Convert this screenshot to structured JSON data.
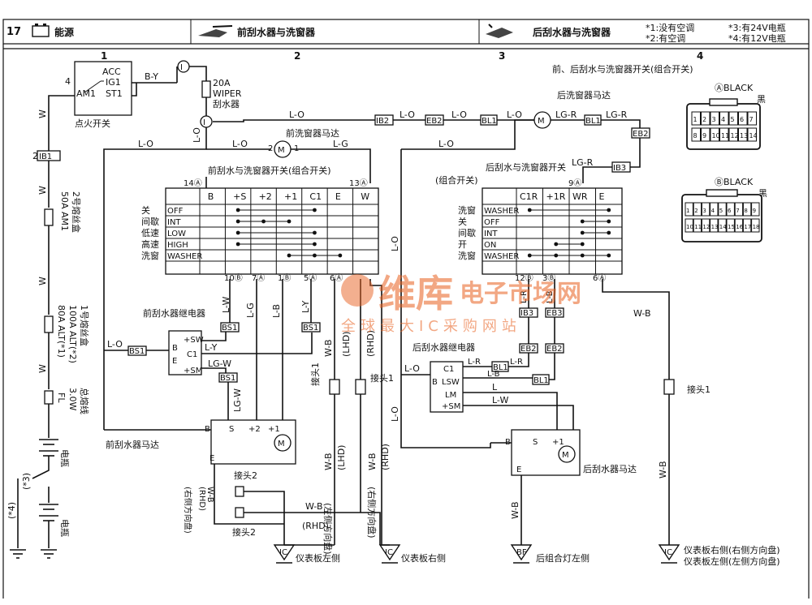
{
  "header": {
    "page_number": "17",
    "section_power": "能源",
    "section_front": "前刮水器与洗窗器",
    "section_rear": "后刮水器与洗窗器",
    "notes": [
      "*1:没有空调",
      "*2:有空调",
      "*3:有24V电瓶",
      "*4:有12V电瓶"
    ]
  },
  "columns": [
    "1",
    "2",
    "3",
    "4"
  ],
  "title_combo_switch": "前、后刮水与洗窗器开关(组合开关)",
  "connectors": {
    "a_label": "ⒶBLACK",
    "a_sub": "黑",
    "a_pins": [
      "1",
      "2",
      "3",
      "4",
      "5",
      "6",
      "7",
      "8",
      "9",
      "10",
      "11",
      "12",
      "13",
      "14"
    ],
    "b_label": "ⒷBLACK",
    "b_sub": "黑",
    "b_pins": [
      "1",
      "2",
      "3",
      "4",
      "5",
      "6",
      "7",
      "8",
      "9",
      "10",
      "11",
      "12",
      "13",
      "14",
      "15",
      "16",
      "17",
      "18"
    ]
  },
  "power": {
    "ign_switch": "点火开关",
    "ign_pins": [
      "ACC",
      "IG1",
      "ST1",
      "AM1"
    ],
    "ign_wire": "B-Y",
    "fuse_20a": [
      "20A",
      "WIPER",
      "刮水器"
    ],
    "fuse_am1": [
      "50A AM1",
      "2号熔丝盒"
    ],
    "fuse_alt": [
      "80A ALT(*1)",
      "100A ALT(*2)",
      "1号熔丝盒"
    ],
    "fusible": [
      "FL",
      "3.0W",
      "总熔线"
    ],
    "battery": "电瓶",
    "ib1": "IB1",
    "wire_w": "W",
    "pin4": "4",
    "pin2": "2",
    "star3": "(*3)",
    "star4": "(*4)"
  },
  "front": {
    "washer_motor": "前洗窗器马达",
    "switch_title": "前刮水与洗窗器开关(组合开关)",
    "cols": [
      "B",
      "+S",
      "+2",
      "+1",
      "C1",
      "E",
      "W"
    ],
    "rows": [
      {
        "cn": "关",
        "en": "OFF"
      },
      {
        "cn": "间歇",
        "en": "INT"
      },
      {
        "cn": "低速",
        "en": "LOW"
      },
      {
        "cn": "高速",
        "en": "HIGH"
      },
      {
        "cn": "洗窗",
        "en": "WASHER"
      }
    ],
    "top_pins": [
      "14Ⓐ",
      "13Ⓐ"
    ],
    "bottom_pins": [
      "10Ⓑ",
      "7Ⓐ",
      "1Ⓑ",
      "5Ⓐ",
      "6Ⓐ"
    ],
    "relay_title": "前刮水器继电器",
    "relay_pins": [
      "+SW",
      "B",
      "C1",
      "E",
      "+SM"
    ],
    "relay_wires": [
      "L-W",
      "L-Y",
      "LG-W"
    ],
    "motor_title": "前刮水器马达",
    "motor_pins": [
      "B",
      "S",
      "+2",
      "+1",
      "E"
    ],
    "wires": [
      "L-O",
      "L-G",
      "L-B",
      "W-B"
    ],
    "conn_bs": [
      "BS1",
      "BS1",
      "BS1",
      "BS1"
    ],
    "ib2": "IB2",
    "eb2": "EB2",
    "joint1": "接头1",
    "joint2": "接头2",
    "lhd": "(LHD)",
    "rhd": "(RHD)",
    "left_wheel": "(左侧方向盘)",
    "right_wheel": "(右侧方向盘)",
    "ground_ic_left": "仪表板左侧",
    "ground_ic_right": "仪表板右侧",
    "ground_ic": "IC"
  },
  "rear": {
    "washer_motor": "后洗窗器马达",
    "switch_title": "后刮水与洗窗器开关",
    "switch_sub": "(组合开关)",
    "cols": [
      "C1R",
      "+1R",
      "WR",
      "E"
    ],
    "rows": [
      {
        "cn": "洗窗",
        "en": "WASHER"
      },
      {
        "cn": "关",
        "en": "OFF"
      },
      {
        "cn": "间歇",
        "en": "INT"
      },
      {
        "cn": "开",
        "en": "ON"
      },
      {
        "cn": "洗窗",
        "en": "WASHER"
      }
    ],
    "top_pin": "9Ⓐ",
    "bottom_pins": [
      "12Ⓑ",
      "3Ⓑ",
      "6Ⓐ"
    ],
    "relay_title": "后刮水器继电器",
    "relay_pins": [
      "C1",
      "LSW",
      "LM",
      "+SM",
      "B"
    ],
    "motor_title": "后刮水器马达",
    "motor_pins": [
      "B",
      "S",
      "+1",
      "E"
    ],
    "wires": [
      "L-O",
      "LG-R",
      "L-R",
      "L-B",
      "L",
      "L-W",
      "W-B"
    ],
    "conns": [
      "BL1",
      "BL1",
      "EB2",
      "IB3",
      "EB3",
      "EB2",
      "EB2",
      "BL1"
    ],
    "ground_bf": "BF",
    "ground_bf_label": "后组合灯左侧",
    "ground_right_1": "仪表板右侧(右侧方向盘)",
    "ground_right_2": "仪表板左侧(左侧方向盘)",
    "joint1": "接头1"
  },
  "watermark": {
    "brand": "维库",
    "brand2": "电子市场网",
    "slogan": "全球最大IC采购网站"
  }
}
